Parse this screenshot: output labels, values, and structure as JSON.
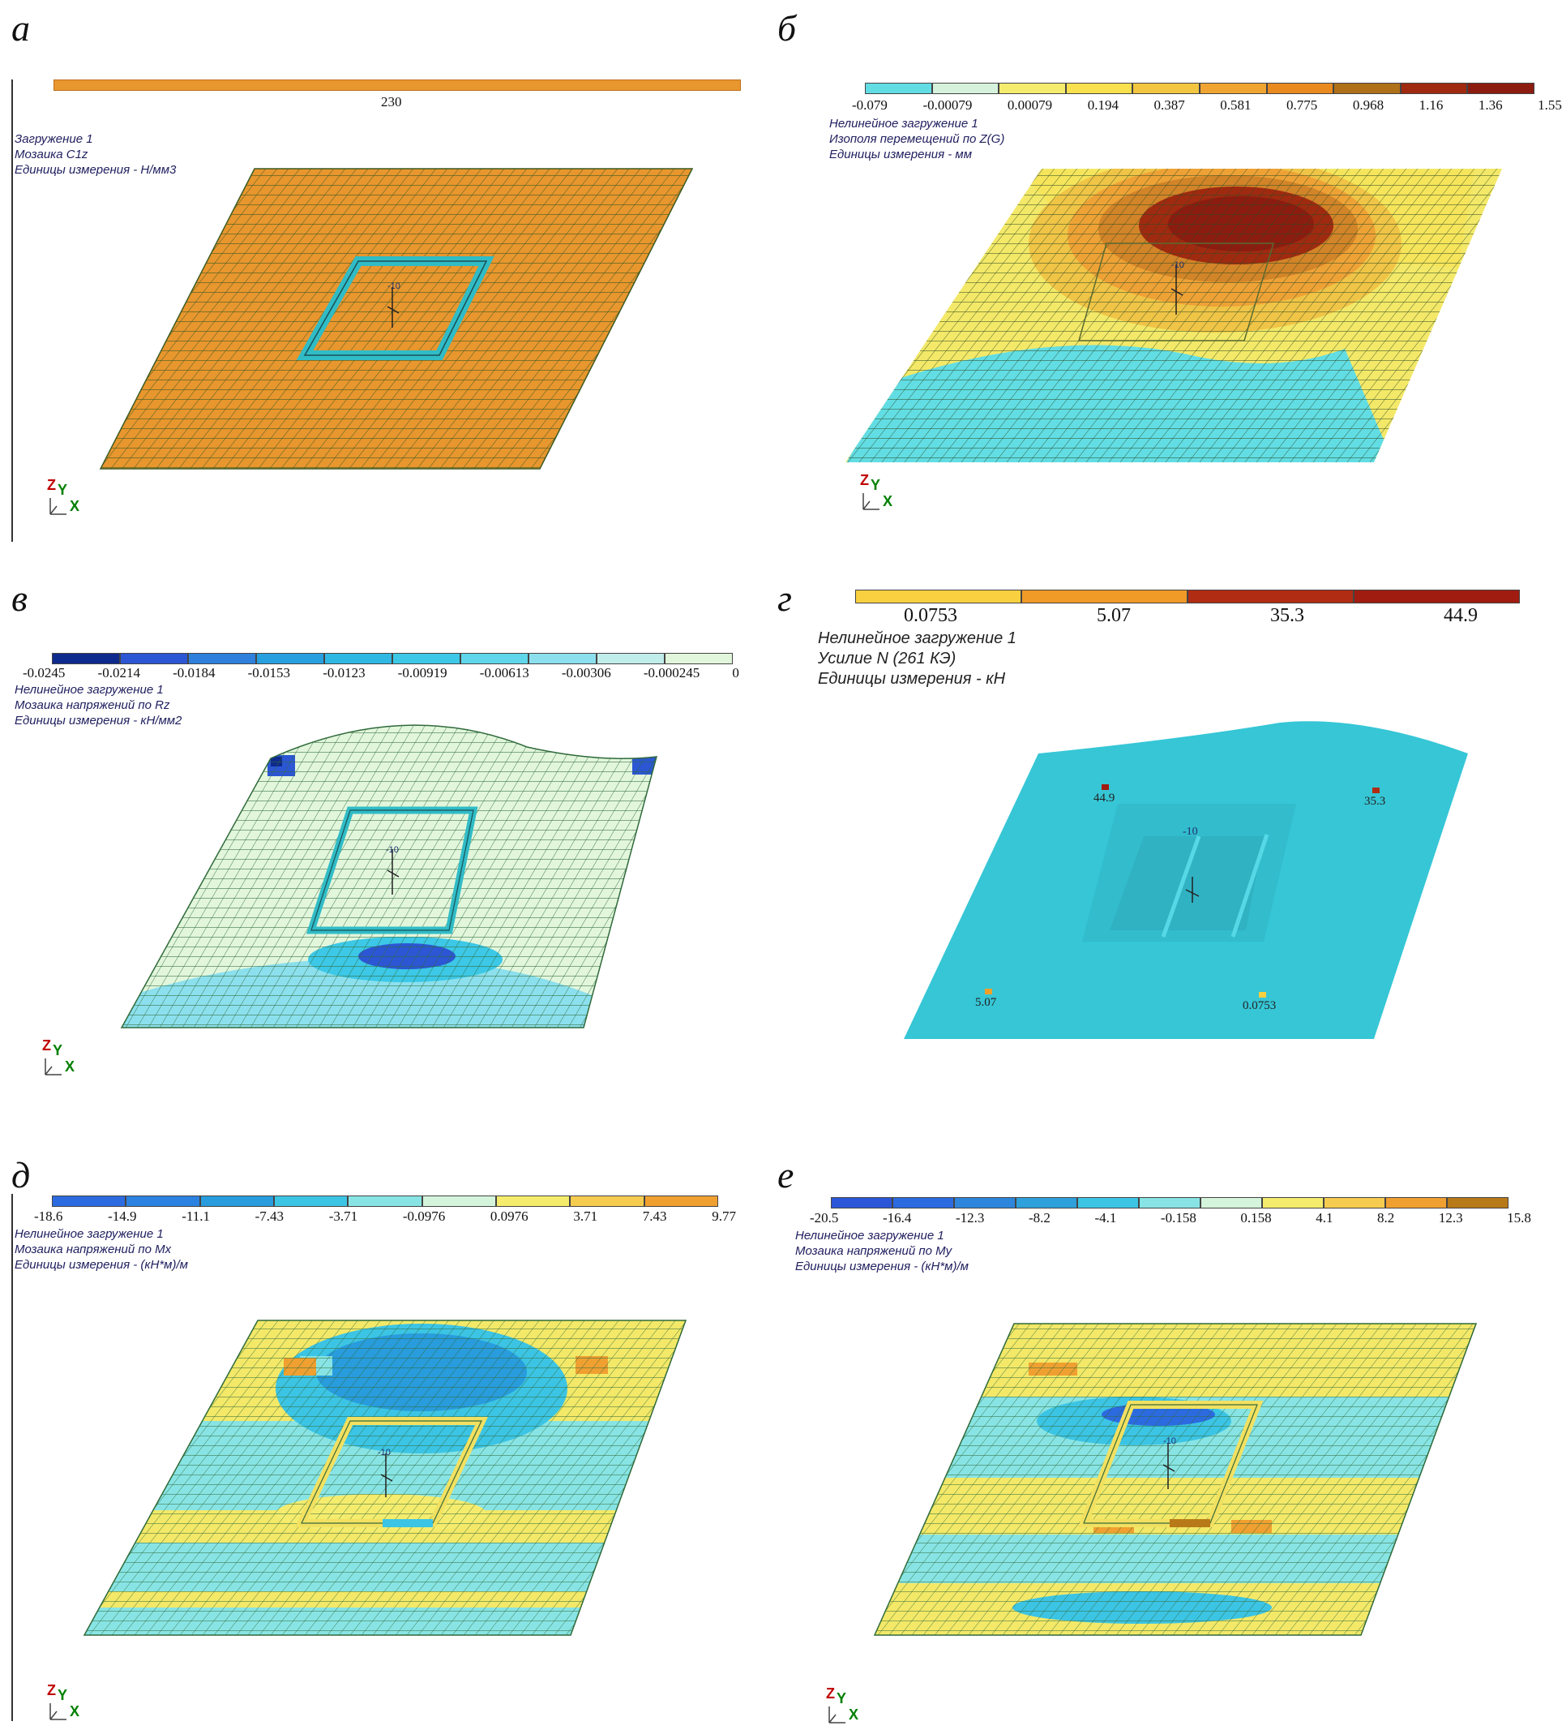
{
  "panels": {
    "a": {
      "letter": "а",
      "scale_value": "230",
      "scale_color": "#e8962e",
      "lines": [
        "Загружение 1",
        "Мозаика C1z",
        "Единицы измерения - Н/мм3"
      ],
      "plate_color": "#e8962e",
      "box_color": "#3cc8d0",
      "node_label": "-10"
    },
    "b": {
      "letter": "б",
      "colors": [
        "#62dde4",
        "#d6f2dc",
        "#f5ec6e",
        "#f8e04e",
        "#f2c640",
        "#f0a432",
        "#e88a20",
        "#b07018",
        "#a02a10",
        "#8c1c10"
      ],
      "ticks": [
        "-0.079",
        "-0.00079",
        "0.00079",
        "0.194",
        "0.387",
        "0.581",
        "0.775",
        "0.968",
        "1.16",
        "1.36",
        "1.55"
      ],
      "lines": [
        "Нелинейное загружение 1",
        "Изополя перемещений по Z(G)",
        "Единицы измерения - мм"
      ],
      "node_label": "-10"
    },
    "v": {
      "letter": "в",
      "colors": [
        "#0e2a8c",
        "#2c56d4",
        "#2e80dc",
        "#28a0e0",
        "#30b8e4",
        "#3cc8e6",
        "#60d6ea",
        "#8ce0ee",
        "#c0ecea",
        "#e2f6dc"
      ],
      "ticks": [
        "-0.0245",
        "-0.0214",
        "-0.0184",
        "-0.0153",
        "-0.0123",
        "-0.00919",
        "-0.00613",
        "-0.00306",
        "-0.000245",
        "0"
      ],
      "lines": [
        "Нелинейное загружение 1",
        "Мозаика напряжений по Rz",
        "Единицы измерения - кН/мм2"
      ],
      "node_label": "-10"
    },
    "g": {
      "letter": "г",
      "colors": [
        "#f8d040",
        "#f09a28",
        "#b02c12",
        "#a01c10"
      ],
      "ticks": [
        "0.0753",
        "5.07",
        "35.3",
        "44.9"
      ],
      "lines": [
        "Нелинейное загружение 1",
        "Усилие N (261 КЭ)",
        "Единицы измерения - кН"
      ],
      "node_labels": [
        "44.9",
        "35.3",
        "5.07",
        "0.0753"
      ],
      "node_colors": [
        "#a01c10",
        "#b02c12",
        "#f0a028",
        "#f8d040"
      ],
      "node_label": "-10",
      "plate_color": "#36c6d6"
    },
    "d": {
      "letter": "д",
      "colors": [
        "#2c6ae0",
        "#2c82e0",
        "#289cdc",
        "#3cc4e4",
        "#88e4e4",
        "#d4f4dc",
        "#f5ec6e",
        "#f5cc50",
        "#f0a030"
      ],
      "ticks": [
        "-18.6",
        "-14.9",
        "-11.1",
        "-7.43",
        "-3.71",
        "-0.0976",
        "0.0976",
        "3.71",
        "7.43",
        "9.77"
      ],
      "lines": [
        "Нелинейное загружение 1",
        "Мозаика напряжений по Mx",
        "Единицы измерения - (кН*м)/м"
      ],
      "node_label": "-10"
    },
    "e": {
      "letter": "е",
      "colors": [
        "#2c56d8",
        "#2c6ae0",
        "#2e86dc",
        "#2ea0dc",
        "#3cc4e4",
        "#88e4e4",
        "#d4f4dc",
        "#f5ec6e",
        "#f5cc50",
        "#f0a030",
        "#b87a18"
      ],
      "ticks": [
        "-20.5",
        "-16.4",
        "-12.3",
        "-8.2",
        "-4.1",
        "-0.158",
        "0.158",
        "4.1",
        "8.2",
        "12.3",
        "15.8"
      ],
      "lines": [
        "Нелинейное загружение 1",
        "Мозаика напряжений по My",
        "Единицы измерения - (кН*м)/м"
      ],
      "node_label": "-10"
    }
  },
  "axis_labels": {
    "z": "Z",
    "y": "Y",
    "x": "X"
  }
}
